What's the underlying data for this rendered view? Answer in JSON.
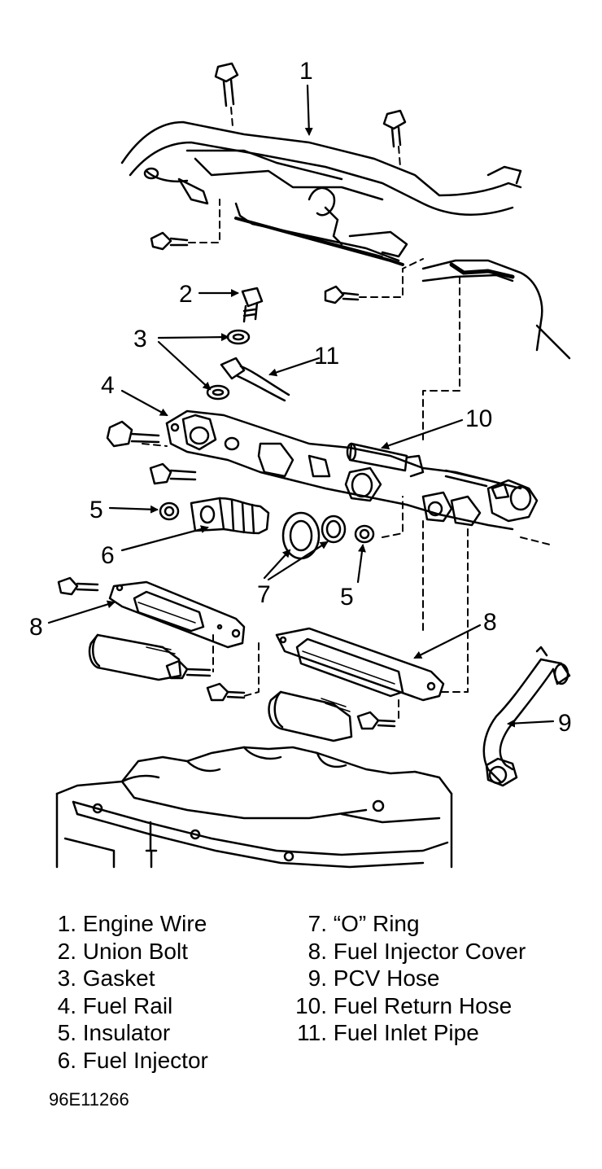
{
  "callouts": {
    "c1": "1",
    "c2": "2",
    "c3": "3",
    "c4": "4",
    "c5a": "5",
    "c5b": "5",
    "c6": "6",
    "c7": "7",
    "c8a": "8",
    "c8b": "8",
    "c9": "9",
    "c10": "10",
    "c11": "11"
  },
  "legend_left": [
    {
      "num": "1.",
      "label": "Engine Wire"
    },
    {
      "num": "2.",
      "label": "Union Bolt"
    },
    {
      "num": "3.",
      "label": "Gasket"
    },
    {
      "num": "4.",
      "label": "Fuel Rail"
    },
    {
      "num": "5.",
      "label": "Insulator"
    },
    {
      "num": "6.",
      "label": "Fuel Injector"
    }
  ],
  "legend_right": [
    {
      "num": "7.",
      "label": "“O” Ring"
    },
    {
      "num": "8.",
      "label": "Fuel Injector Cover"
    },
    {
      "num": "9.",
      "label": "PCV Hose"
    },
    {
      "num": "10.",
      "label": "Fuel Return Hose"
    },
    {
      "num": "11.",
      "label": "Fuel Inlet Pipe"
    }
  ],
  "figure_code": "96E11266"
}
